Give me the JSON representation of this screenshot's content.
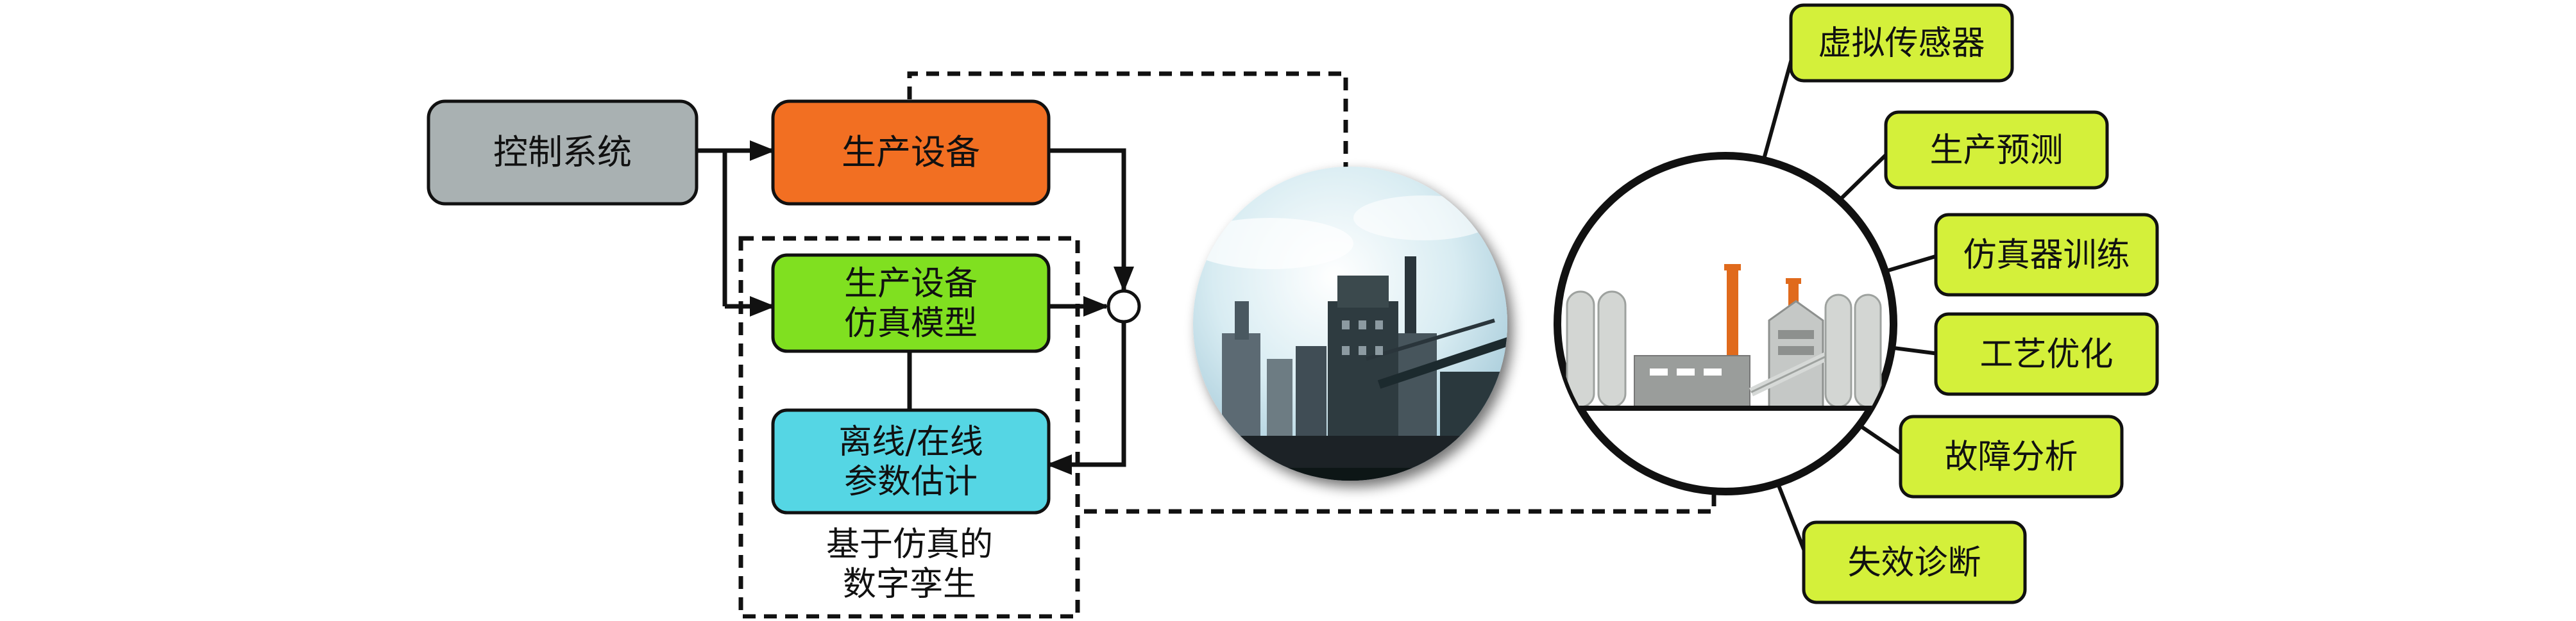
{
  "boxes": {
    "control": {
      "lines": [
        "控制系统"
      ],
      "color": "#a9b1b2"
    },
    "equipment": {
      "lines": [
        "生产设备"
      ],
      "color": "#f26f22"
    },
    "model": {
      "lines": [
        "生产设备",
        "仿真模型"
      ],
      "color": "#80e020"
    },
    "estimation": {
      "lines": [
        "离线/在线",
        "参数估计"
      ],
      "color": "#55d6e4"
    }
  },
  "twin_group": {
    "lines": [
      "基于仿真的",
      "数字孪生"
    ]
  },
  "applications": {
    "color": "#d4f03a",
    "items": [
      "虚拟传感器",
      "生产预测",
      "仿真器训练",
      "工艺优化",
      "故障分析",
      "失效诊断"
    ]
  },
  "icons": {
    "plant_photo": "industrial-plant-photo",
    "factory": "factory-icon",
    "summing_junction": "summing-junction-icon"
  }
}
